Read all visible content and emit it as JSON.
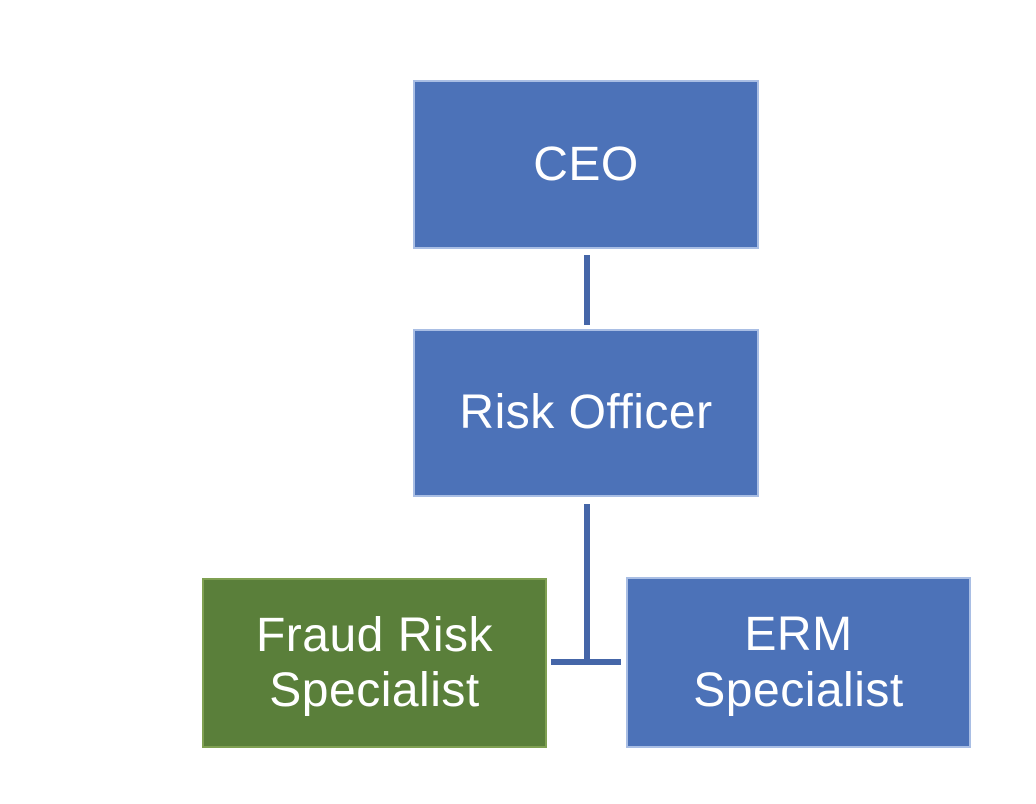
{
  "diagram": {
    "type": "org_chart",
    "background": "#FFFFFF",
    "colors": {
      "background": "#FFFFFF",
      "blue_fill": "#4C72B8",
      "blue_border": "#A9BEE4",
      "green_fill": "#5A7F3A",
      "green_border": "#7FA052",
      "connector": "#4566A8",
      "label_text": "#FFFFFF"
    },
    "nodes": {
      "ceo": {
        "label": "CEO",
        "color": "blue",
        "level": 1
      },
      "risk_officer": {
        "label": "Risk Officer",
        "color": "blue",
        "level": 2
      },
      "fraud_risk_specialist": {
        "label": "Fraud Risk\nSpecialist",
        "color": "green",
        "level": 3
      },
      "erm_specialist": {
        "label": "ERM\nSpecialist",
        "color": "blue",
        "level": 3
      }
    },
    "edges": [
      {
        "from": "CEO",
        "to": "Risk Officer"
      },
      {
        "from": "Risk Officer",
        "to": "Fraud Risk Specialist"
      },
      {
        "from": "Risk Officer",
        "to": "ERM Specialist"
      }
    ]
  }
}
